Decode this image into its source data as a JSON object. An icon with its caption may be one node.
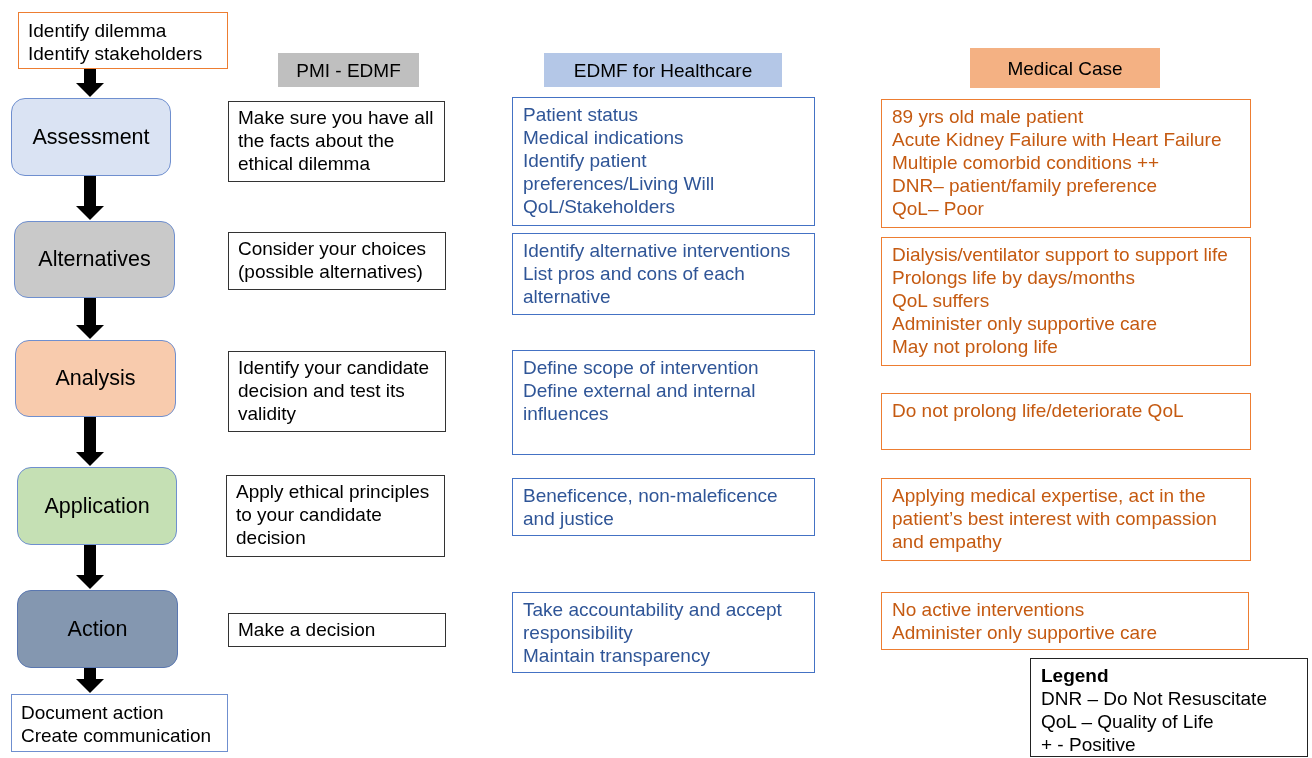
{
  "diagram": {
    "nodes": [
      {
        "text": [
          "Identify dilemma",
          "Identify stakeholders"
        ]
      },
      {
        "text": [
          "Assessment"
        ]
      },
      {
        "text": [
          "Alternatives"
        ]
      },
      {
        "text": [
          "Analysis"
        ]
      },
      {
        "text": [
          "Application"
        ]
      },
      {
        "text": [
          "Action"
        ]
      },
      {
        "text": [
          "Document action",
          "Create communication"
        ]
      },
      {
        "text": [
          "PMI - EDMF"
        ]
      },
      {
        "text": [
          "Make sure you have all the facts about the ethical dilemma"
        ]
      },
      {
        "text": [
          "Consider your choices (possible alternatives)"
        ]
      },
      {
        "text": [
          "Identify your candidate decision and test its validity"
        ]
      },
      {
        "text": [
          "Apply ethical principles to your candidate decision"
        ]
      },
      {
        "text": [
          "Make a decision"
        ]
      },
      {
        "text": [
          "EDMF for Healthcare"
        ]
      },
      {
        "text": [
          "Patient status",
          "Medical indications",
          "Identify patient preferences/Living Will",
          "QoL/Stakeholders"
        ]
      },
      {
        "text": [
          "Identify alternative interventions",
          "List pros and cons of each alternative"
        ]
      },
      {
        "text": [
          "Define scope of intervention",
          "Define external and internal influences"
        ]
      },
      {
        "text": [
          "Beneficence, non-maleficence and justice"
        ]
      },
      {
        "text": [
          "Take accountability and accept responsibility",
          "Maintain transparency"
        ]
      },
      {
        "text": [
          "Medical Case"
        ]
      },
      {
        "text": [
          "89 yrs old male patient",
          "Acute Kidney Failure with Heart Failure",
          "Multiple comorbid conditions ++",
          "DNR– patient/family preference",
          "QoL– Poor"
        ]
      },
      {
        "text": [
          "Dialysis/ventilator support to support life",
          "Prolongs life by days/months",
          "QoL suffers",
          "Administer only supportive care",
          "May not prolong life"
        ]
      },
      {
        "text": [
          "Do not prolong life/deteriorate QoL"
        ]
      },
      {
        "text": [
          "Applying medical expertise, act in the patient’s best interest with compassion and empathy"
        ]
      },
      {
        "text": [
          "No active interventions",
          "Administer only supportive care"
        ]
      },
      {
        "text": [
          "Legend",
          "DNR – Do Not Resuscitate",
          "QoL – Quality of Life",
          "+ - Positive"
        ]
      }
    ],
    "edges": [
      {
        "from": 0,
        "to": 1,
        "arrow": "to"
      },
      {
        "from": 1,
        "to": 2,
        "arrow": "to"
      },
      {
        "from": 2,
        "to": 3,
        "arrow": "to"
      },
      {
        "from": 3,
        "to": 4,
        "arrow": "to"
      },
      {
        "from": 4,
        "to": 5,
        "arrow": "to"
      },
      {
        "from": 5,
        "to": 6,
        "arrow": "to"
      }
    ]
  }
}
